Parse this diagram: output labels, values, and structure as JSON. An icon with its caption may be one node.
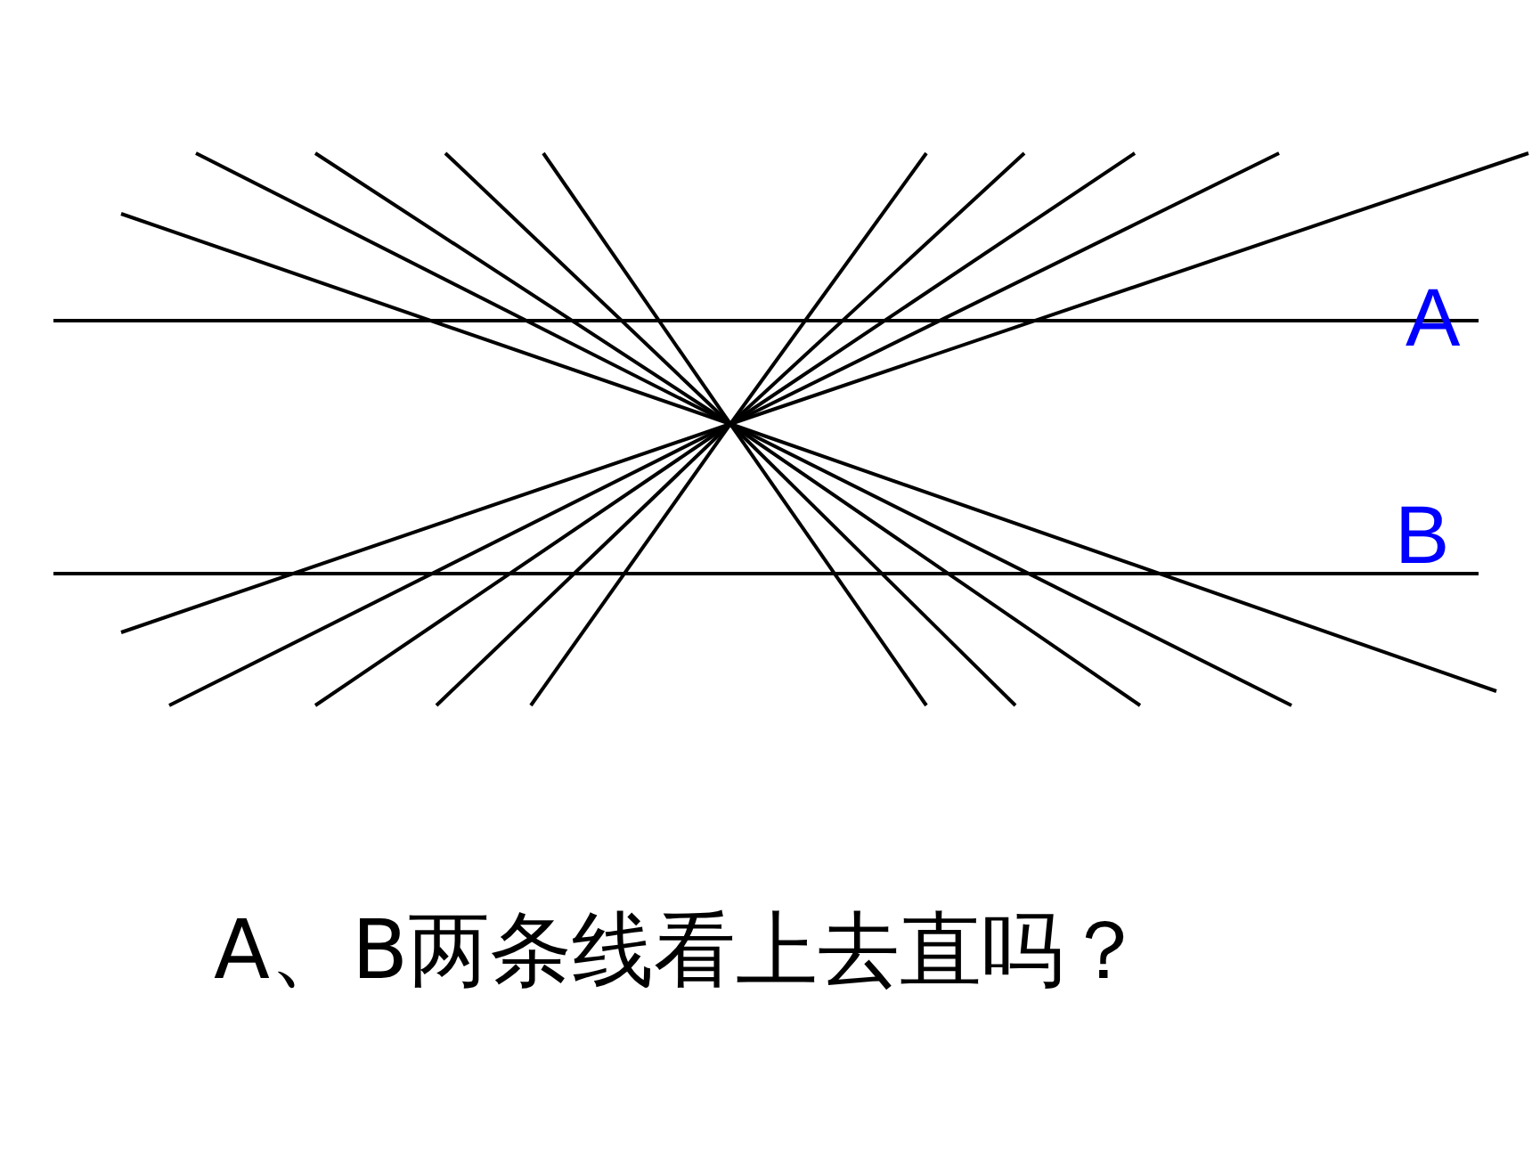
{
  "diagram": {
    "caption": "A、B两条线看上去直吗？",
    "labels": [
      "A",
      "B"
    ]
  }
}
